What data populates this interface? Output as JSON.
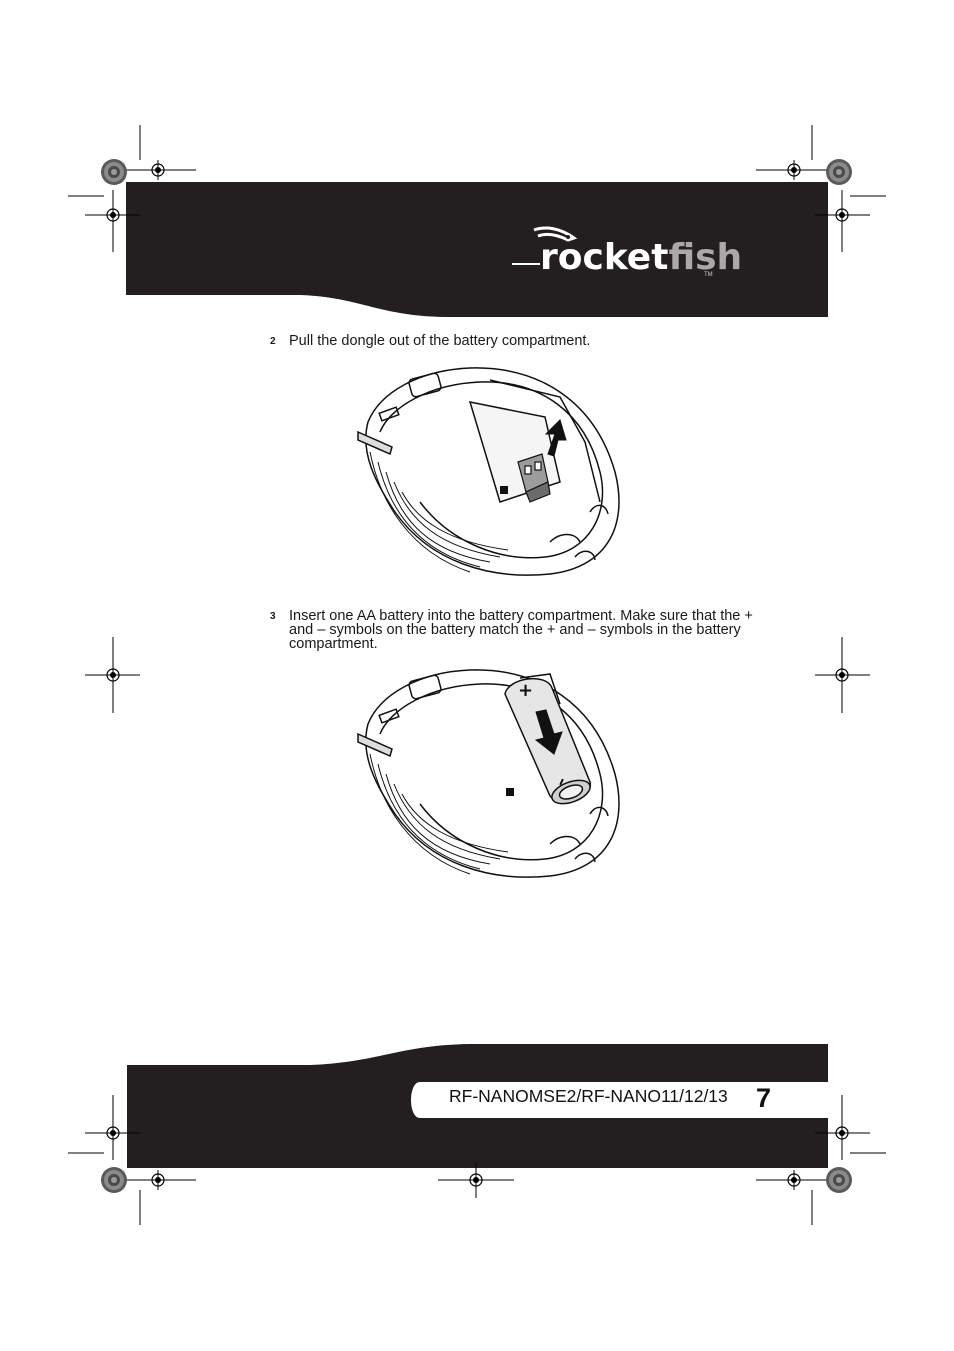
{
  "brand": {
    "logo_main": "rocket",
    "logo_accent": "fish",
    "logo_tm": "TM"
  },
  "steps": [
    {
      "number": "2",
      "text": "Pull the dongle out of the battery compartment."
    },
    {
      "number": "3",
      "text": "Insert one AA battery into the battery compartment. Make sure that the + and – symbols on the battery match the + and – symbols in the battery compartment."
    }
  ],
  "battery": {
    "plus": "+",
    "minus": "–"
  },
  "footer": {
    "model": "RF-NANOMSE2/RF-NANO11/12/13",
    "page_number": "7"
  },
  "colors": {
    "band": "#231f20",
    "logo_accent": "#a9a9a9"
  }
}
